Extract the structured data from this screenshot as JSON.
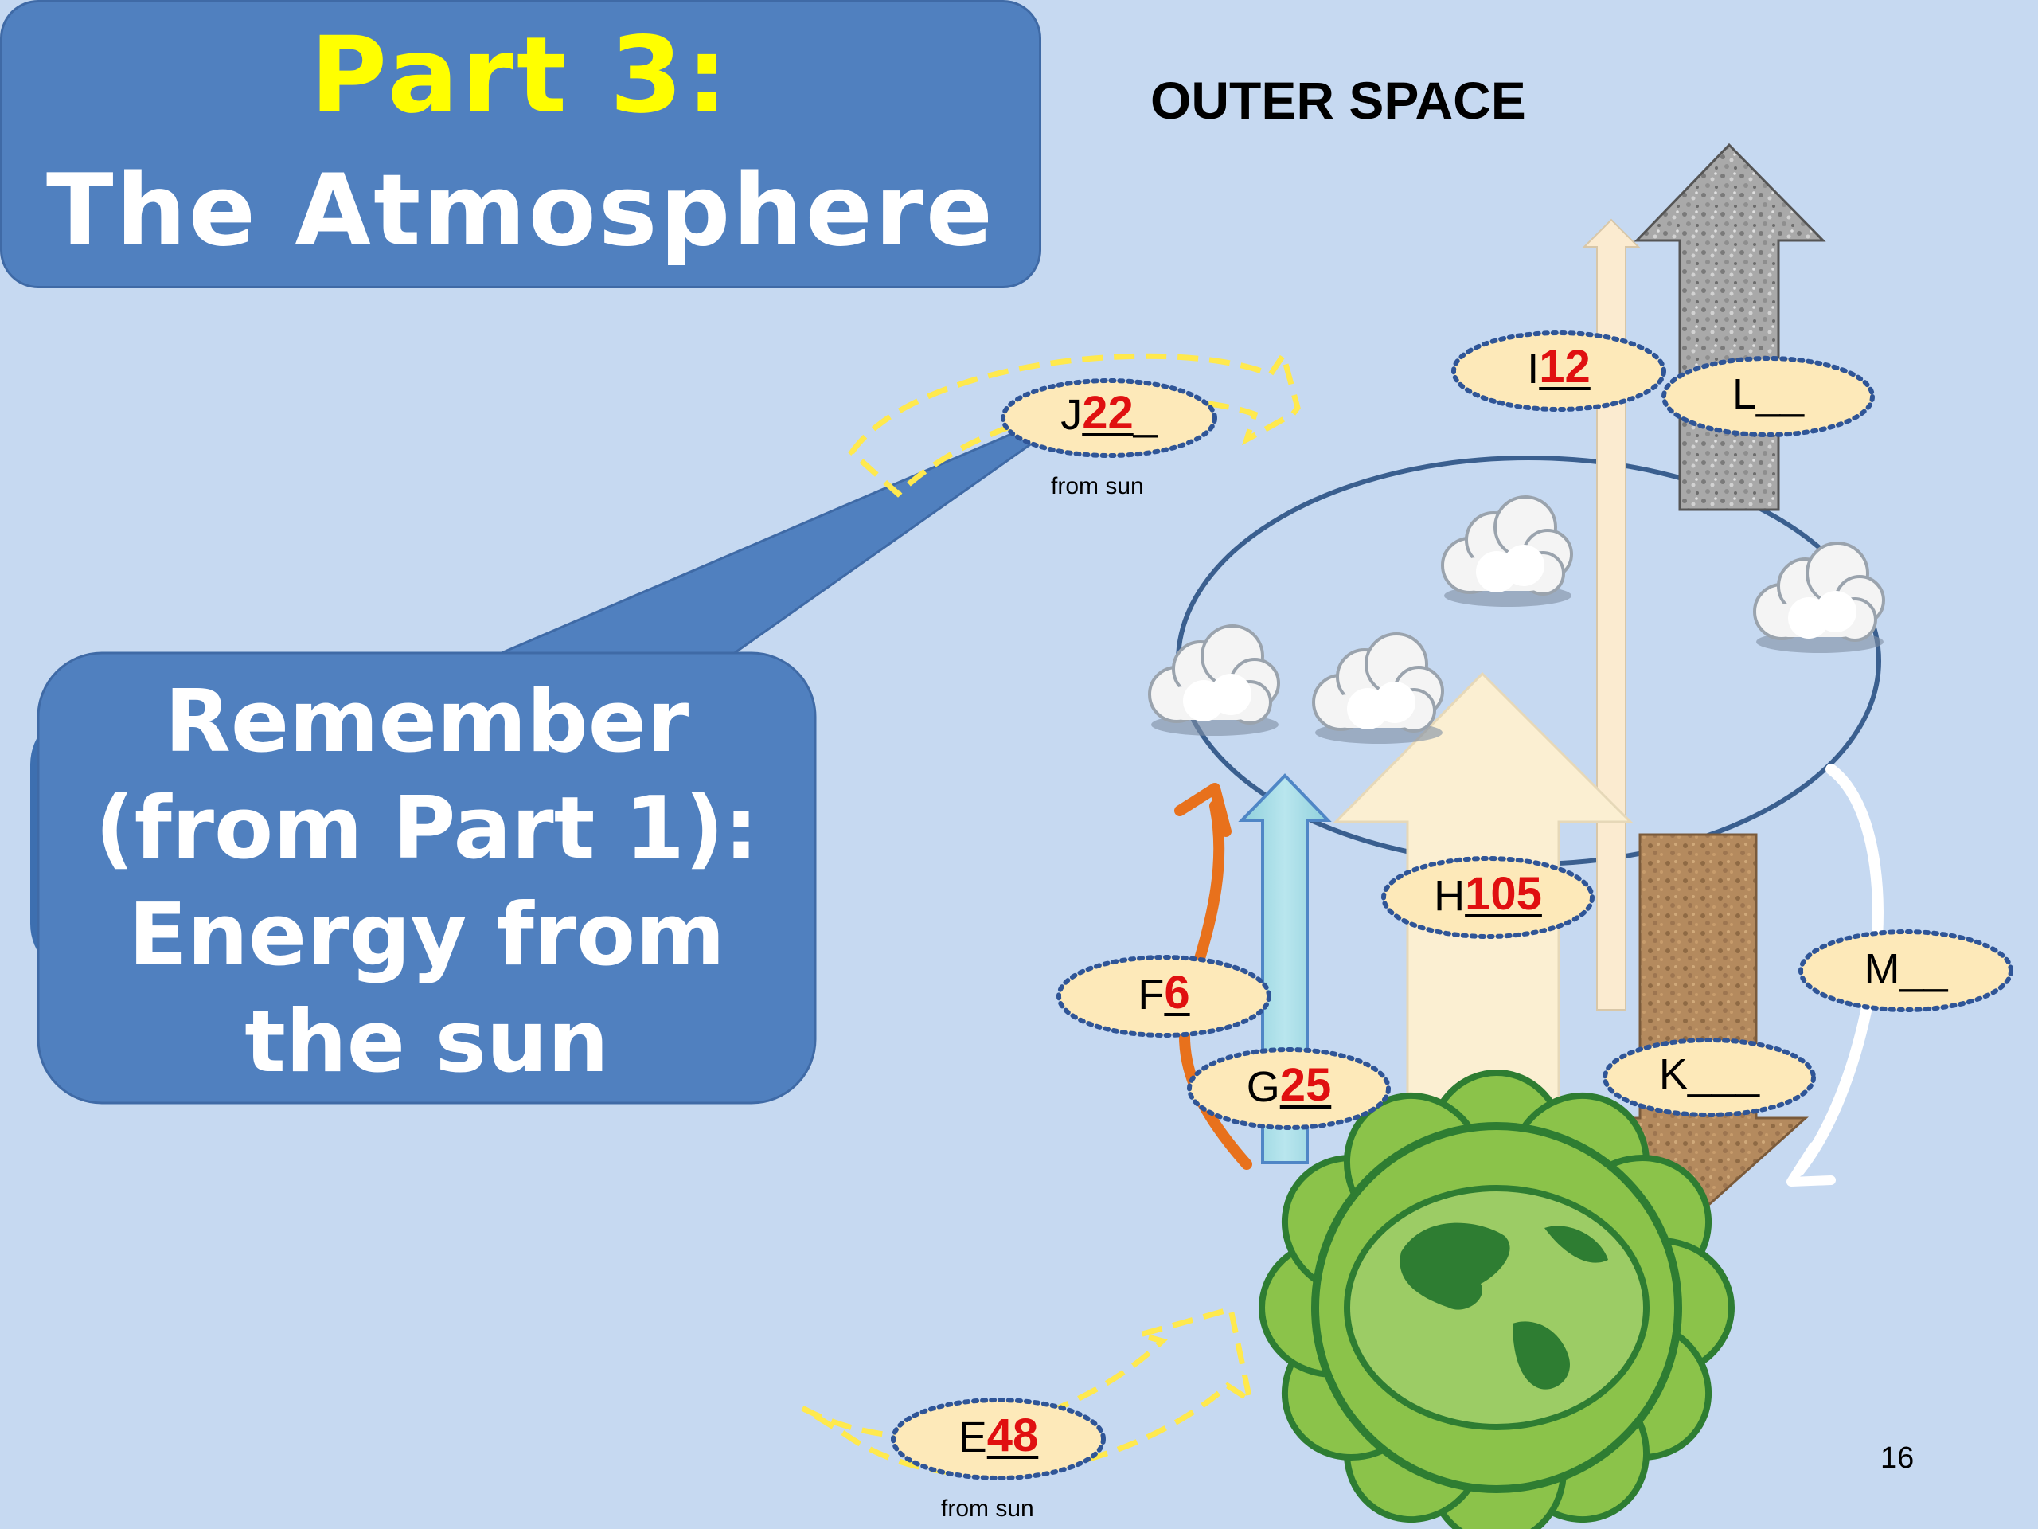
{
  "title": {
    "line1": "Part 3:",
    "line2": "The Atmosphere"
  },
  "header_label": "OUTER SPACE",
  "callout": {
    "lines": [
      "Remember",
      "(from Part 1):",
      "Energy from",
      "the sun"
    ]
  },
  "labels": [
    {
      "id": "J",
      "letter": "J",
      "value": "22",
      "trail": "_"
    },
    {
      "id": "I",
      "letter": "I",
      "value": "12",
      "trail": ""
    },
    {
      "id": "L",
      "letter": "L",
      "value": "",
      "trail": "__"
    },
    {
      "id": "H",
      "letter": "H",
      "value": "105",
      "trail": ""
    },
    {
      "id": "F",
      "letter": "F",
      "value": "6",
      "trail": ""
    },
    {
      "id": "G",
      "letter": "G",
      "value": "25",
      "trail": ""
    },
    {
      "id": "K",
      "letter": "K",
      "value": "",
      "trail": "___"
    },
    {
      "id": "M",
      "letter": "M",
      "value": "",
      "trail": "__"
    },
    {
      "id": "E",
      "letter": "E",
      "value": "48",
      "trail": ""
    }
  ],
  "from_sun_top": "from sun",
  "from_sun_bottom": "from sun",
  "page_number": "16",
  "colors": {
    "background": "#c6d9f1",
    "title_box": "#5080bf",
    "title_line1": "#ffff00",
    "value_text": "#e01010",
    "label_fill": "#fde9b9",
    "label_border": "#2f5597"
  }
}
